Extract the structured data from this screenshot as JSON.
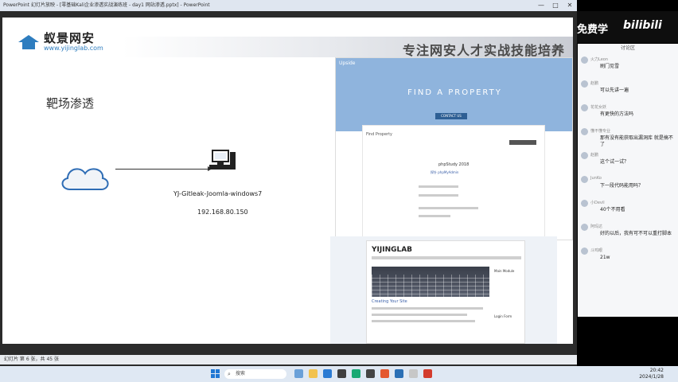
{
  "window": {
    "title": "PowerPoint 幻灯片放映 - [零基础Kali企业渗透实战演练班 - day1 网站渗透.pptx] - PowerPoint",
    "controls": [
      "—",
      "□",
      "✕"
    ]
  },
  "slide": {
    "logo_cn": "蚁景网安",
    "logo_en": "www.yijinglab.com",
    "slogan": "专注网安人才实战技能培养",
    "section_title": "靶场渗透",
    "host_name": "YJ-Gitleak-Joomla-windows7",
    "host_ip": "192.168.80.150"
  },
  "property_shot": {
    "brand": "Upside",
    "hero_title": "FIND A PROPERTY",
    "button": "CONTACT US",
    "card_title": "Find Property",
    "php_title": "phpStudy 2018",
    "php_sub": "探针 phpMyAdmin"
  },
  "joomla_shot": {
    "site_title": "YIJINGLAB",
    "caption": "Creating Your Site",
    "side_1": "Main Module",
    "side_2": "Login Form"
  },
  "status_bar": {
    "left": "幻灯片 第 6 张，共 45 张",
    "zoom": ""
  },
  "overlay": {
    "free": "免费学",
    "bili": "bilibili"
  },
  "chat": {
    "header": "讨论区",
    "messages": [
      {
        "user": "火力Leon",
        "text": "刷门见雪"
      },
      {
        "user": "赵鹏",
        "text": "可以先讲一遍"
      },
      {
        "user": "花花女妖",
        "text": "有更快的方法吗"
      },
      {
        "user": "懂不懂专业",
        "text": "那有没有能获取出漏洞库 就是搞不了"
      },
      {
        "user": "赵鹏",
        "text": "这个试一试？"
      },
      {
        "user": "JunKo",
        "text": "下一段代码能用吗？"
      },
      {
        "user": "小Devil",
        "text": "40个不用看"
      },
      {
        "user": "阿玛达",
        "text": "好的以后，我有可不可以重打脚本"
      },
      {
        "user": "斗鸡眼",
        "text": "21w"
      }
    ]
  },
  "taskbar": {
    "search": "搜索",
    "time": "20:42",
    "date": "2024/1/28"
  }
}
